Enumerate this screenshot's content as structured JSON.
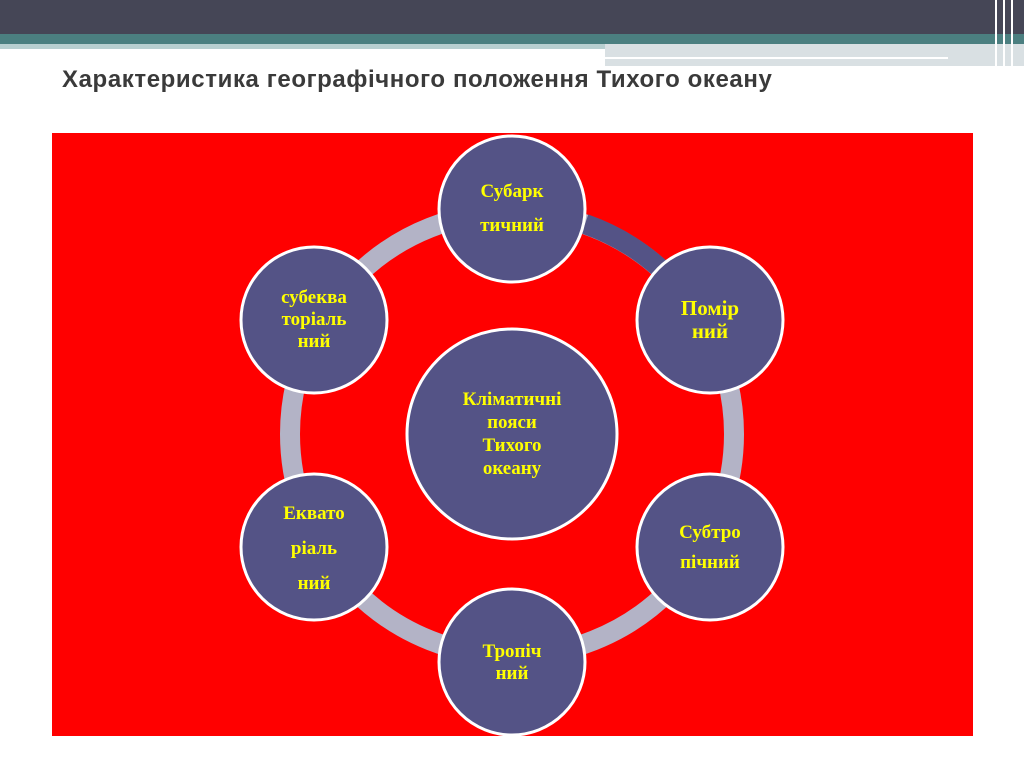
{
  "slide": {
    "title": "Характеристика географічного положення Тихого океану"
  },
  "diagram": {
    "center": {
      "label": "Кліматичні\nпояси\nТихого\nокеану"
    },
    "nodes": [
      {
        "key": "subarctic",
        "label": "Субарк\nтичний"
      },
      {
        "key": "temperate",
        "label": "Помір\nний"
      },
      {
        "key": "subtropical",
        "label": "Субтро\nпічний"
      },
      {
        "key": "tropical",
        "label": "Тропіч\nний"
      },
      {
        "key": "equatorial",
        "label": "Еквато\nріаль\nний"
      },
      {
        "key": "subequatorial",
        "label": "субеква\nторіаль\nний"
      }
    ]
  },
  "colors": {
    "background": "#ff0000",
    "node_fill": "#545386",
    "node_stroke": "#ffffff",
    "ring": "#b3b3c6",
    "ring_highlight": "#545386",
    "label_text": "#ffff00",
    "title_text": "#3a3a3a"
  }
}
